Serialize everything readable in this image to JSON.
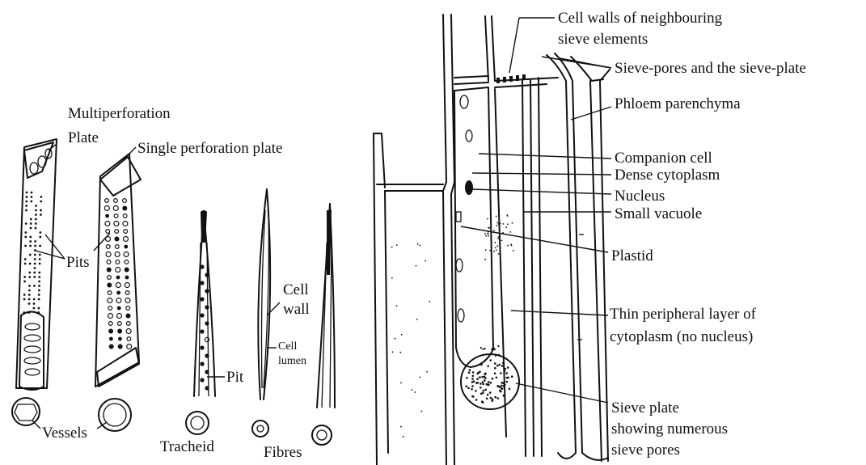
{
  "xylem": {
    "multiperforation_plate_line1": "Multiperforation",
    "multiperforation_plate_line2": "Plate",
    "single_perforation_plate": "Single perforation plate",
    "pits": "Pits",
    "pit": "Pit",
    "cell_wall_line1": "Cell",
    "cell_wall_line2": "wall",
    "cell_lumen_line1": "Cell",
    "cell_lumen_line2": "lumen",
    "vessels": "Vessels",
    "tracheid": "Tracheid",
    "fibres": "Fibres"
  },
  "phloem": {
    "cell_walls_line1": "Cell walls of neighbouring",
    "cell_walls_line2": "sieve elements",
    "sieve_pores_plate": "Sieve-pores and the sieve-plate",
    "phloem_parenchyma": "Phloem parenchyma",
    "companion_cell": "Companion cell",
    "dense_cytoplasm": "Dense cytoplasm",
    "nucleus": "Nucleus",
    "small_vacuole": "Small vacuole",
    "plastid": "Plastid",
    "thin_layer_line1": "Thin peripheral layer of",
    "thin_layer_line2": "cytoplasm (no nucleus)",
    "sieve_plate_line1": "Sieve plate",
    "sieve_plate_line2": "showing numerous",
    "sieve_plate_line3": "sieve pores"
  }
}
